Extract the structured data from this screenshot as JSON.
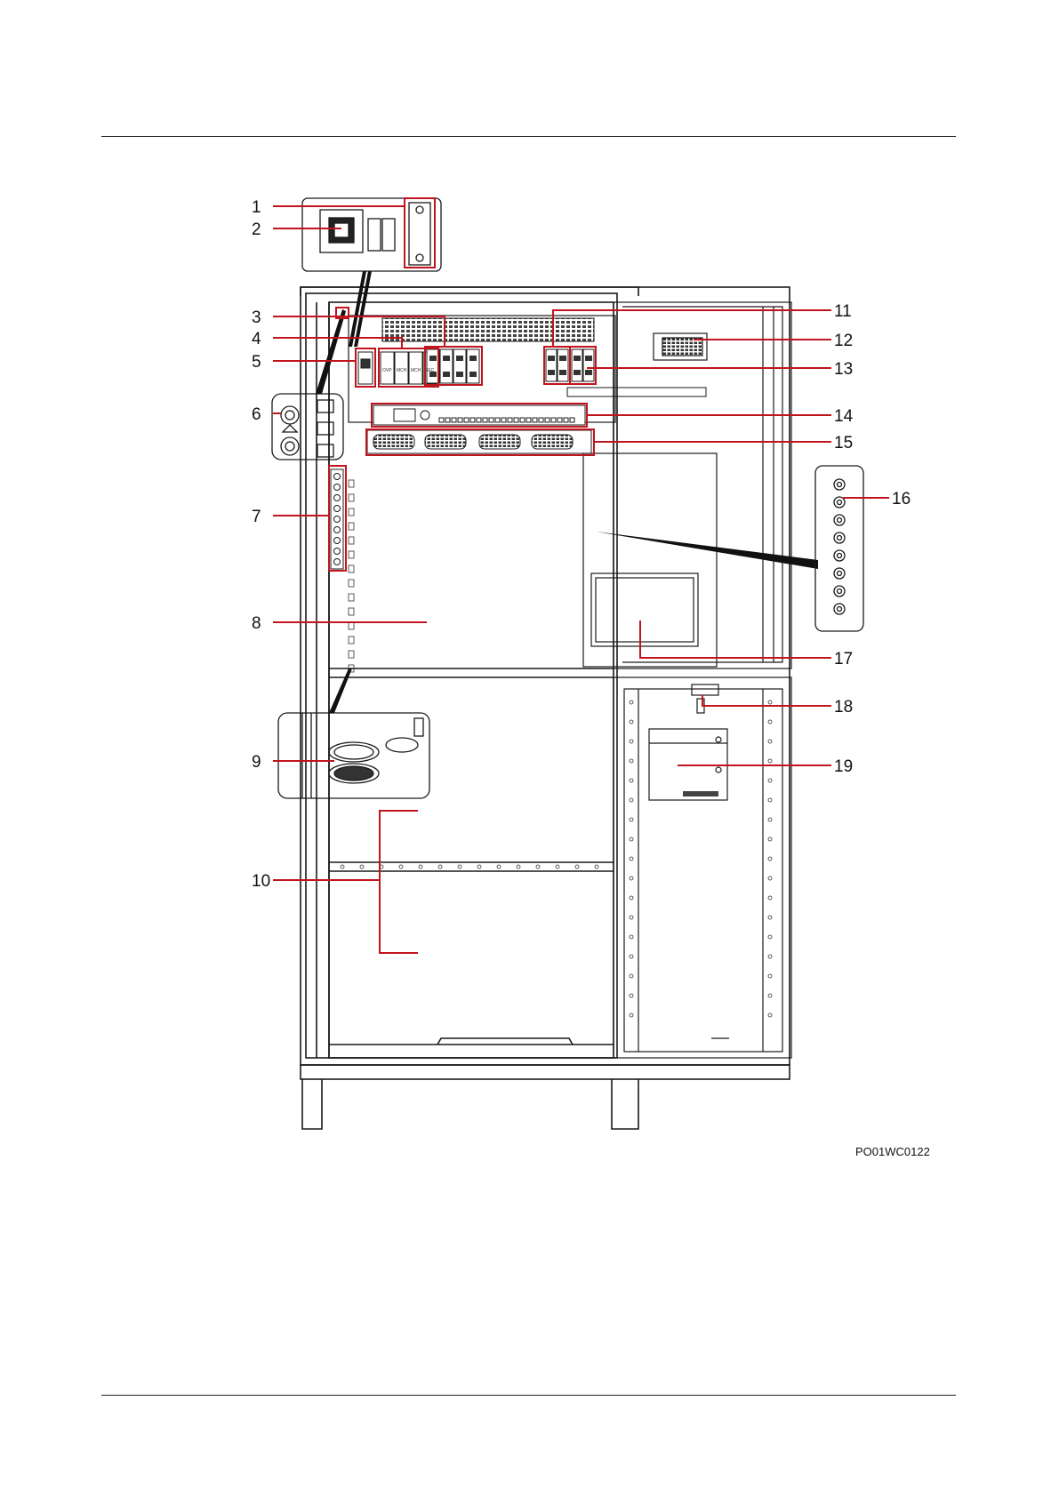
{
  "figure": {
    "code": "PO01WC0122",
    "callouts": [
      "1",
      "2",
      "3",
      "4",
      "5",
      "6",
      "7",
      "8",
      "9",
      "10",
      "11",
      "12",
      "13",
      "14",
      "15",
      "16",
      "17",
      "18",
      "19"
    ],
    "breaker_labels": [
      "OVP",
      "MCH",
      "MCH",
      "SEC"
    ]
  },
  "colors": {
    "callout_line": "#c0141e",
    "drawing_line": "#1a1a1a",
    "page_rule": "#222222"
  }
}
